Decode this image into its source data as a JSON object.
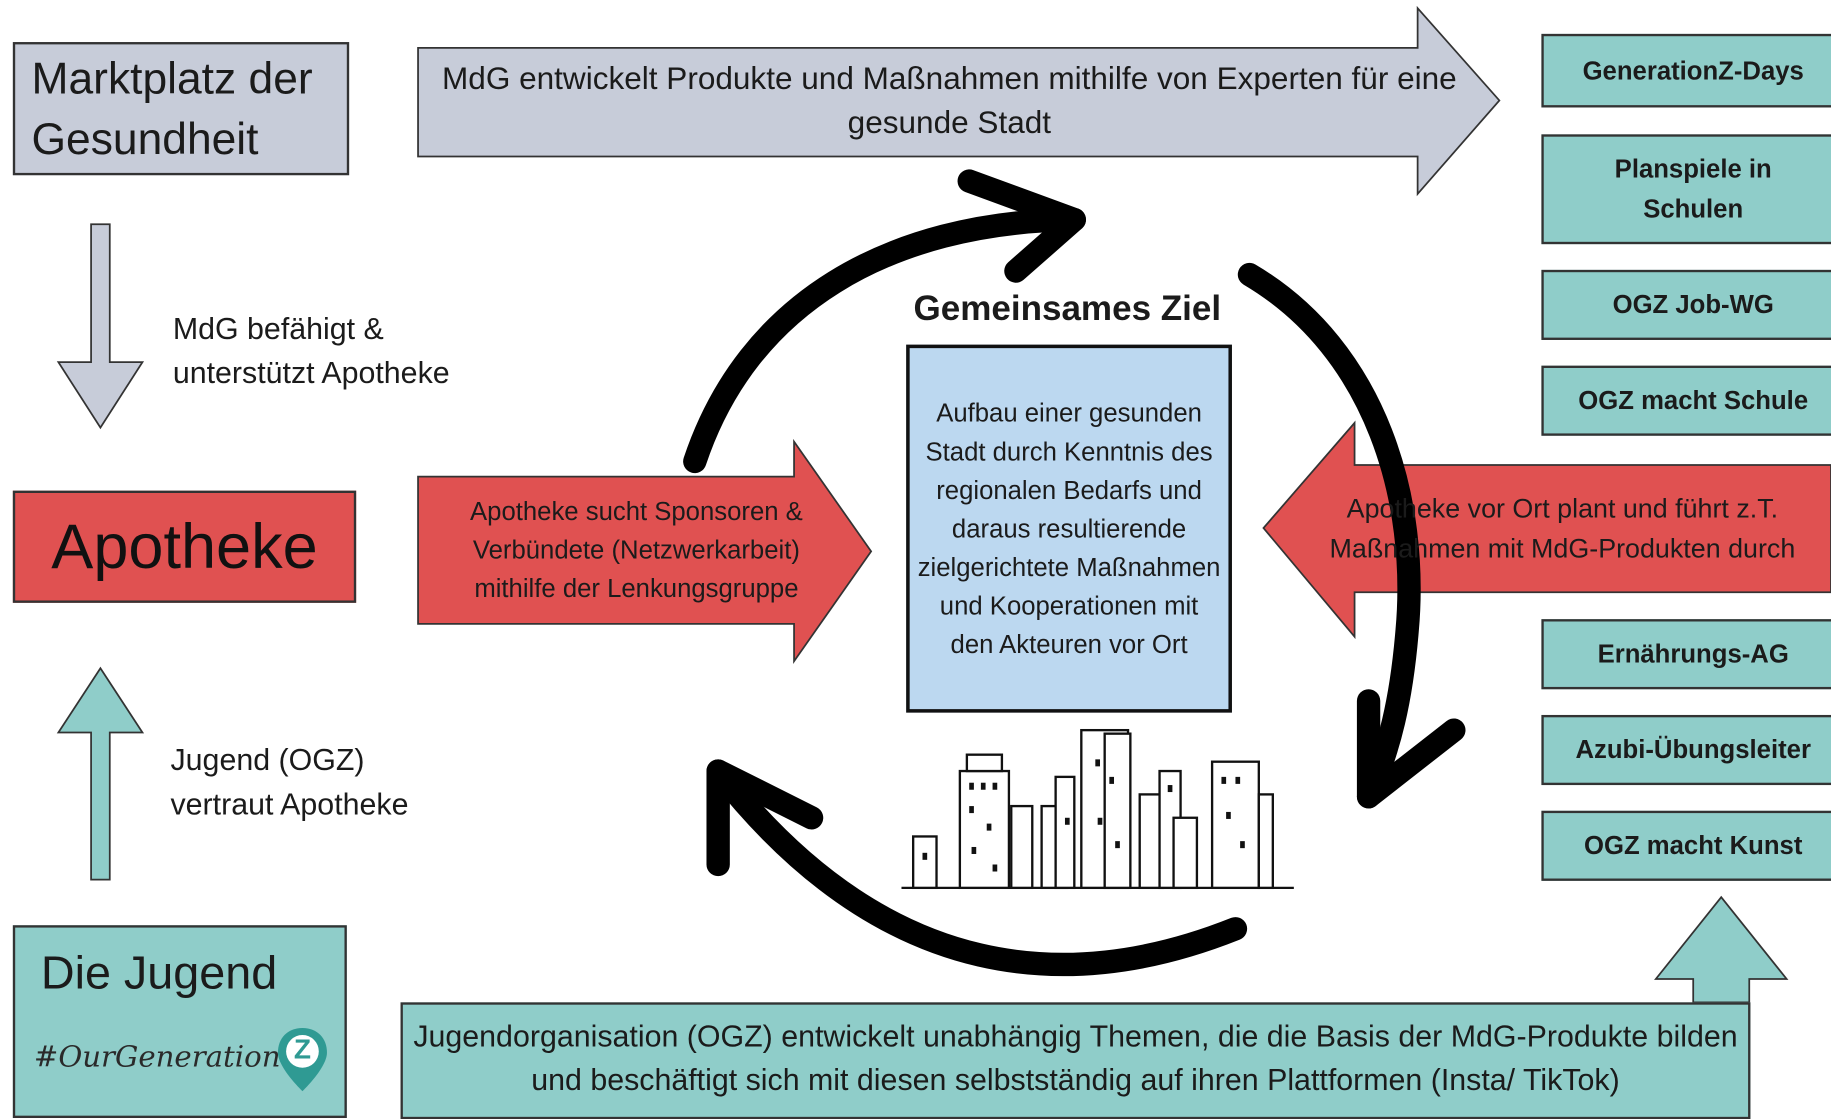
{
  "left_column": {
    "mdg_box": "Marktplatz der Gesundheit",
    "mdg_arrow_label": "MdG befähigt & unterstützt Apotheke",
    "apotheke_box": "Apotheke",
    "youth_arrow_label": "Jugend (OGZ) vertraut Apotheke",
    "youth_box": "Die Jugend",
    "youth_logo_text": "#OurGeneration",
    "youth_logo_badge": "Z"
  },
  "top_arrow": "MdG entwickelt Produkte und Maßnahmen mithilfe von Experten für eine gesunde Stadt",
  "center": {
    "heading": "Gemeinsames Ziel",
    "goal": "Aufbau einer gesunden Stadt durch Kenntnis des regionalen Bedarfs und daraus resultierende zielgerichtete Maßnahmen und Kooperationen mit den Akteuren vor Ort"
  },
  "left_red_arrow": "Apotheke sucht Sponsoren & Verbündete (Netzwerkarbeit) mithilfe der Lenkungsgruppe",
  "right_red_arrow": "Apotheke vor Ort plant und führt z.T. Maßnahmen mit MdG-Produkten durch",
  "bottom_box": "Jugendorganisation (OGZ) entwickelt unabhängig Themen, die die Basis der MdG-Produkte bilden und beschäftigt sich mit diesen selbstständig auf ihren Plattformen (Insta/ TikTok)",
  "products_top": [
    "GenerationZ-Days",
    "Planspiele in Schulen",
    "OGZ Job-WG",
    "OGZ macht Schule"
  ],
  "products_bottom": [
    "Ernährungs-AG",
    "Azubi-Übungsleiter",
    "OGZ macht Kunst"
  ],
  "colors": {
    "grey": "#c7ccd9",
    "red": "#e05151",
    "teal": "#8fcdc9",
    "blue": "#bcd8f0",
    "logo_teal": "#2f9a93"
  },
  "icons": [
    "cycle-arrow-icon",
    "city-skyline-icon",
    "location-pin-icon"
  ]
}
